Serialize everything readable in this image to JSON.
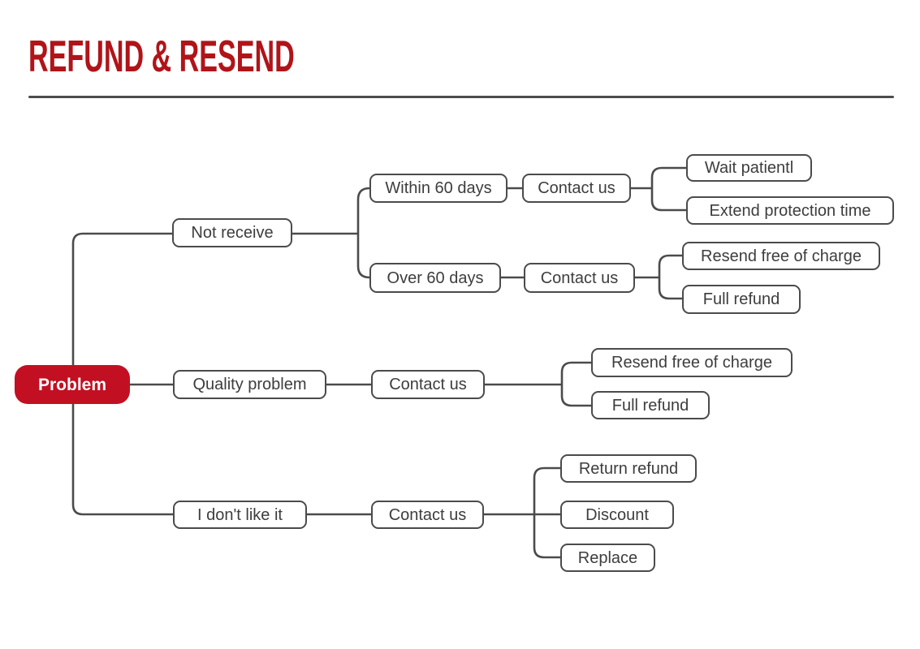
{
  "page": {
    "title": "REFUND & RESEND"
  },
  "colors": {
    "accent_red": "#b01419",
    "node_red": "#c21022",
    "line_gray": "#4b4b4b",
    "text_gray": "#3d3d3d"
  },
  "diagram": {
    "type": "flowchart-mindmap",
    "root": {
      "label": "Problem"
    },
    "branches": [
      {
        "label": "Not receive",
        "children": [
          {
            "label": "Within 60 days",
            "action": "Contact us",
            "outcomes": [
              "Wait patientl",
              "Extend protection time"
            ]
          },
          {
            "label": "Over 60 days",
            "action": "Contact us",
            "outcomes": [
              "Resend free of charge",
              "Full refund"
            ]
          }
        ]
      },
      {
        "label": "Quality problem",
        "action": "Contact us",
        "outcomes": [
          "Resend free of charge",
          "Full refund"
        ]
      },
      {
        "label": "I don't like it",
        "action": "Contact us",
        "outcomes": [
          "Return refund",
          "Discount",
          "Replace"
        ]
      }
    ]
  }
}
